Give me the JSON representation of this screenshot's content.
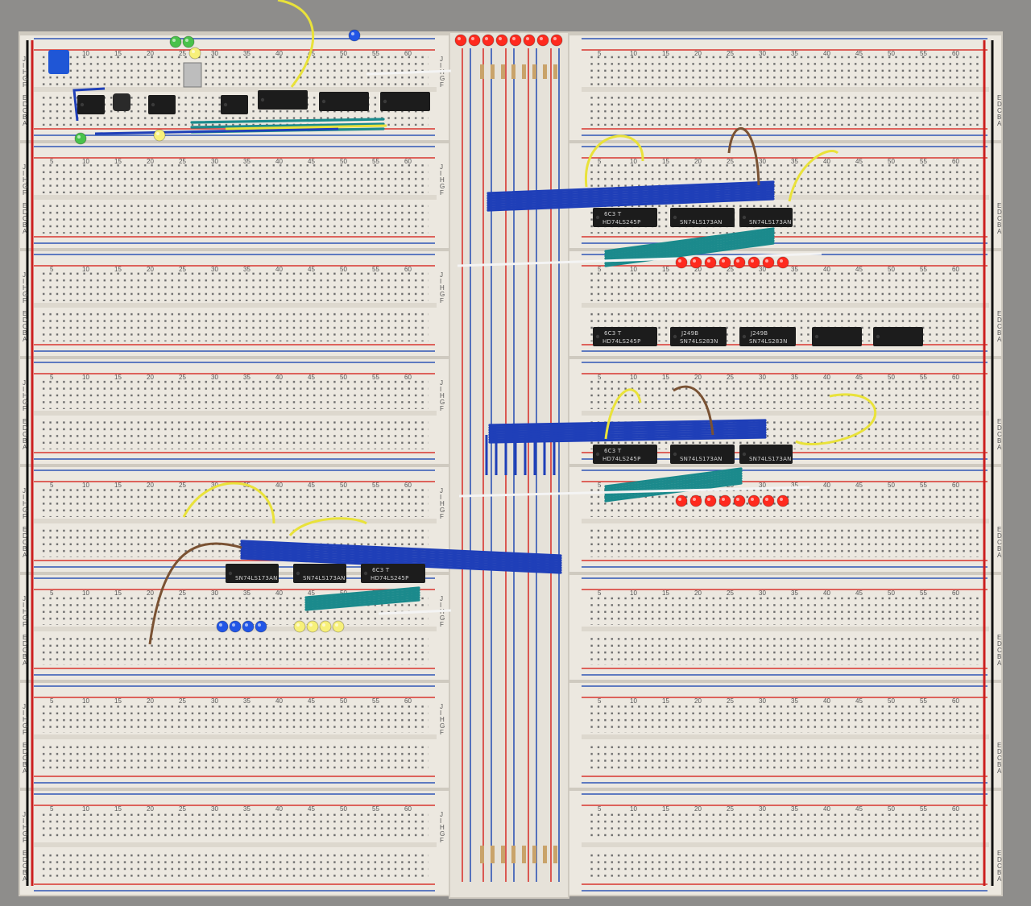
{
  "scene": {
    "subject": "breadboard-computer",
    "colors": {
      "board": "#ece8e0",
      "board_shadow": "#cfcac0",
      "rail_red": "#d8362f",
      "rail_blue": "#2f55b5",
      "wire_blue": "#1f3fb8",
      "wire_teal": "#1b8a8c",
      "wire_yellow": "#e9e23a",
      "wire_black": "#111111",
      "wire_red": "#cc1f1f",
      "wire_brown": "#7a5233",
      "chip": "#1c1c1c",
      "led_red": "#ff2a1e",
      "led_blue": "#2256e6",
      "led_yellow": "#f7f07a",
      "led_green": "#49c24b",
      "background": "#8e8d8b"
    }
  },
  "board_labels": {
    "row_letters_top": "J I H G F",
    "row_letters_bottom": "E D C B A",
    "column_numbers_left": [
      "5",
      "10",
      "15",
      "20",
      "25",
      "30",
      "35",
      "40",
      "45",
      "50",
      "55",
      "60"
    ],
    "column_numbers_right": [
      "5",
      "10",
      "15",
      "20",
      "25",
      "30",
      "35",
      "40",
      "45",
      "50",
      "55",
      "60"
    ]
  },
  "chips": {
    "right_upper": [
      "6C3 T HD74LS245P",
      "SN74LS173AN",
      "SN74LS173AN"
    ],
    "right_middle": [
      "6C3 T HD74LS245P",
      "J249B SN74LS283N",
      "J249B SN74LS283N",
      "",
      ""
    ],
    "right_lower": [
      "6C3 T HD74LS245P",
      "SN74LS173AN",
      "SN74LS173AN"
    ],
    "left_lower": [
      "SN74LS173AN",
      "SN74LS173AN",
      "6C3 T HD74LS245P"
    ]
  },
  "leds": {
    "top_bus_count": 8,
    "register_a_count": 8,
    "register_b_count": 8,
    "instruction_blue_count": 4,
    "instruction_yellow_count": 4
  }
}
